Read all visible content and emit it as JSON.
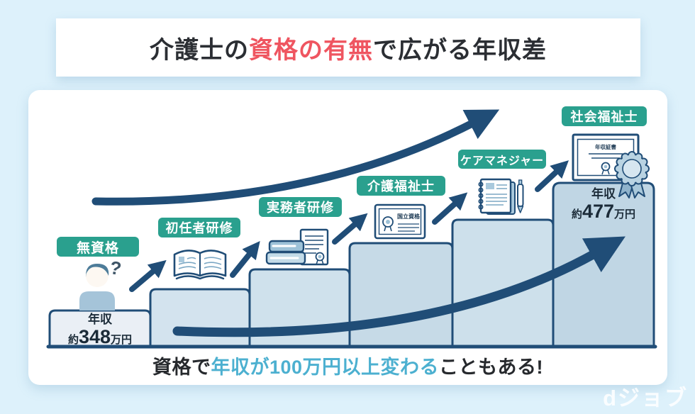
{
  "title": {
    "prefix": "介護士の",
    "highlight": "資格の有無",
    "suffix": "で広がる年収差"
  },
  "caption": {
    "prefix": "資格で",
    "highlight": "年収が100万円以上変わる",
    "suffix": "こともある!"
  },
  "watermark": "dジョブ",
  "question_mark": "?",
  "colors": {
    "background": "#ddf1fb",
    "panel": "#ffffff",
    "badge_teal": "#2aa08e",
    "arrow_navy": "#204d77",
    "title_highlight_red": "#ef5560",
    "caption_highlight_blue": "#4cb0d0"
  },
  "steps": [
    {
      "label": "無資格",
      "icon": "person-question-icon",
      "income": {
        "line1": "年収",
        "approx": "約",
        "value": "348",
        "unit": "万円"
      }
    },
    {
      "label": "初任者研修",
      "icon": "open-book-icon"
    },
    {
      "label": "実務者研修",
      "icon": "books-certificate-icon"
    },
    {
      "label": "介護福祉士",
      "icon": "national-certificate-icon",
      "certificate_text": "国立資格"
    },
    {
      "label": "ケアマネジャー",
      "icon": "notebook-pen-icon"
    },
    {
      "label": "社会福祉士",
      "icon": "award-certificate-medal-icon",
      "certificate_text": "年収証書",
      "income": {
        "line1": "年収",
        "approx": "約",
        "value": "477",
        "unit": "万円"
      }
    }
  ],
  "chart_data": {
    "type": "bar",
    "title": "介護士の資格の有無で広がる年収差",
    "categories": [
      "無資格",
      "初任者研修",
      "実務者研修",
      "介護福祉士",
      "ケアマネジャー",
      "社会福祉士"
    ],
    "known_values": [
      {
        "category": "無資格",
        "annual_income_man_yen": 348,
        "label": "年収約348万円"
      },
      {
        "category": "社会福祉士",
        "annual_income_man_yen": 477,
        "label": "年収約477万円"
      }
    ],
    "unit": "万円（年収）",
    "annotation": "資格で年収が100万円以上変わることもある!",
    "layout": "ascending staircase, two navy growth arrows"
  }
}
